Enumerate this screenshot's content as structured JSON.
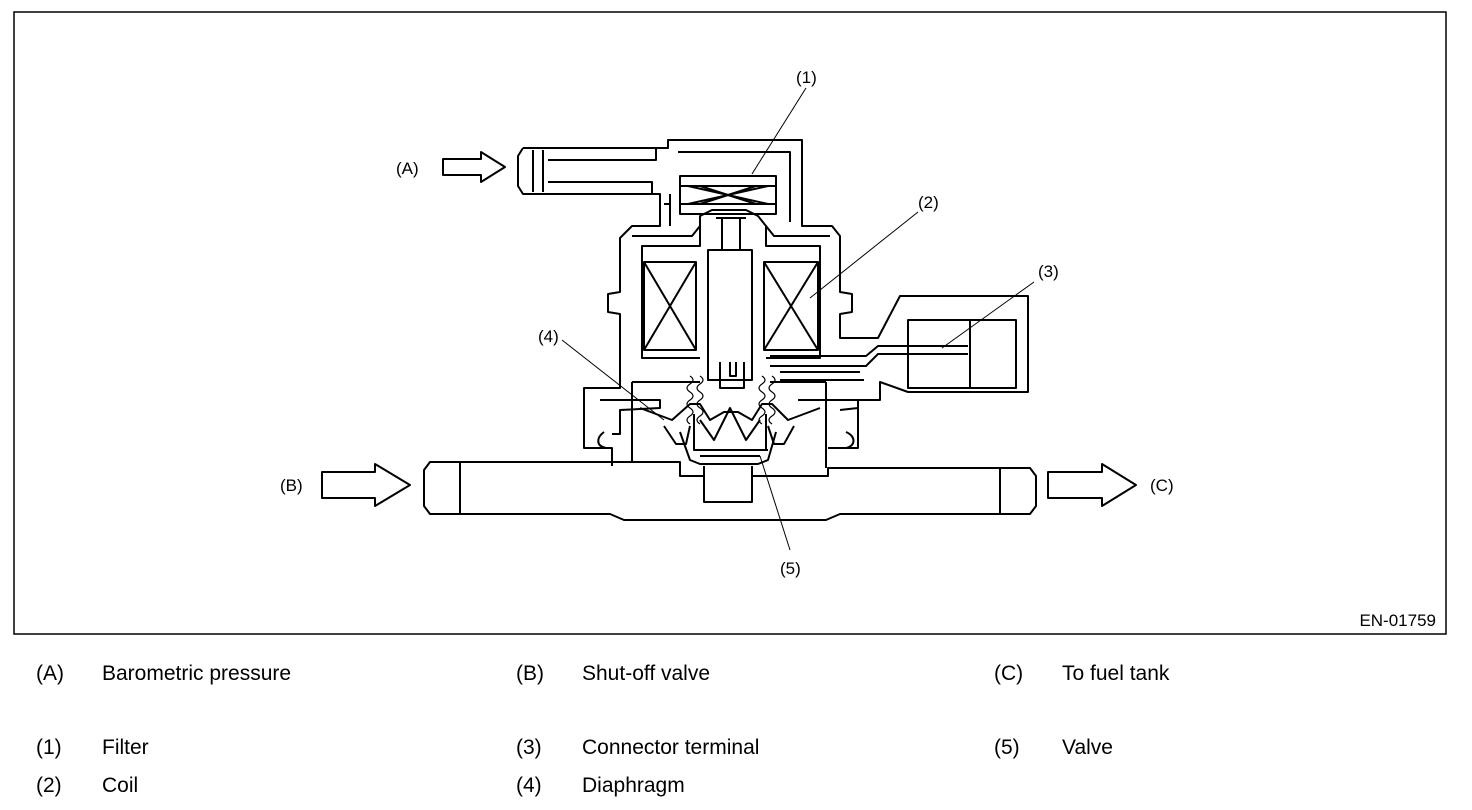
{
  "diagram": {
    "figure_code": "EN-01759",
    "callouts": {
      "A": "(A)",
      "B": "(B)",
      "C": "(C)",
      "n1": "(1)",
      "n2": "(2)",
      "n3": "(3)",
      "n4": "(4)",
      "n5": "(5)"
    }
  },
  "legend": {
    "letters": [
      {
        "key": "(A)",
        "text": "Barometric pressure"
      },
      {
        "key": "(B)",
        "text": "Shut-off valve"
      },
      {
        "key": "(C)",
        "text": "To fuel tank"
      }
    ],
    "numbers": [
      {
        "key": "(1)",
        "text": "Filter"
      },
      {
        "key": "(3)",
        "text": "Connector terminal"
      },
      {
        "key": "(5)",
        "text": "Valve"
      },
      {
        "key": "(2)",
        "text": "Coil"
      },
      {
        "key": "(4)",
        "text": "Diaphragm"
      }
    ]
  }
}
